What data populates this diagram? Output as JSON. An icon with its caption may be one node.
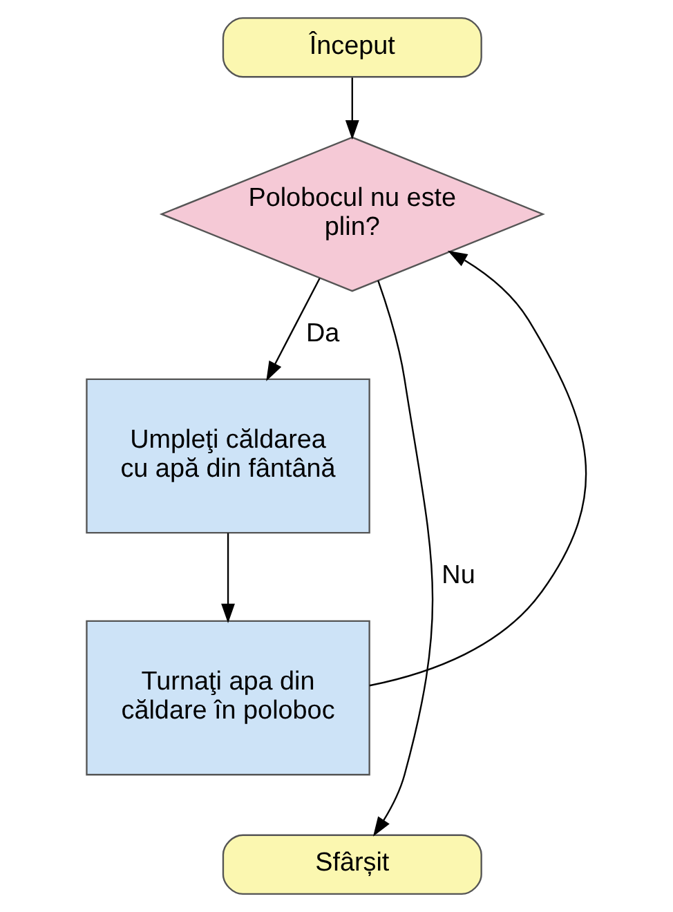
{
  "diagram": {
    "nodes": [
      {
        "text": [
          "Început"
        ]
      },
      {
        "text": [
          "Polobocul nu este plin?"
        ]
      },
      {
        "text": [
          "Umpleţi căldarea cu apă din fântână"
        ]
      },
      {
        "text": [
          "Turnaţi apa din căldare în poloboc"
        ]
      },
      {
        "text": [
          "Sfârșit"
        ]
      }
    ],
    "edges": [
      {
        "from": 0,
        "to": 1,
        "arrow": "to"
      },
      {
        "from": 1,
        "to": 2,
        "arrow": "to",
        "label": "Da"
      },
      {
        "from": 2,
        "to": 3,
        "arrow": "to"
      },
      {
        "from": 3,
        "to": 1,
        "arrow": "to"
      },
      {
        "from": 1,
        "to": 4,
        "arrow": "to",
        "label": "Nu"
      }
    ]
  }
}
